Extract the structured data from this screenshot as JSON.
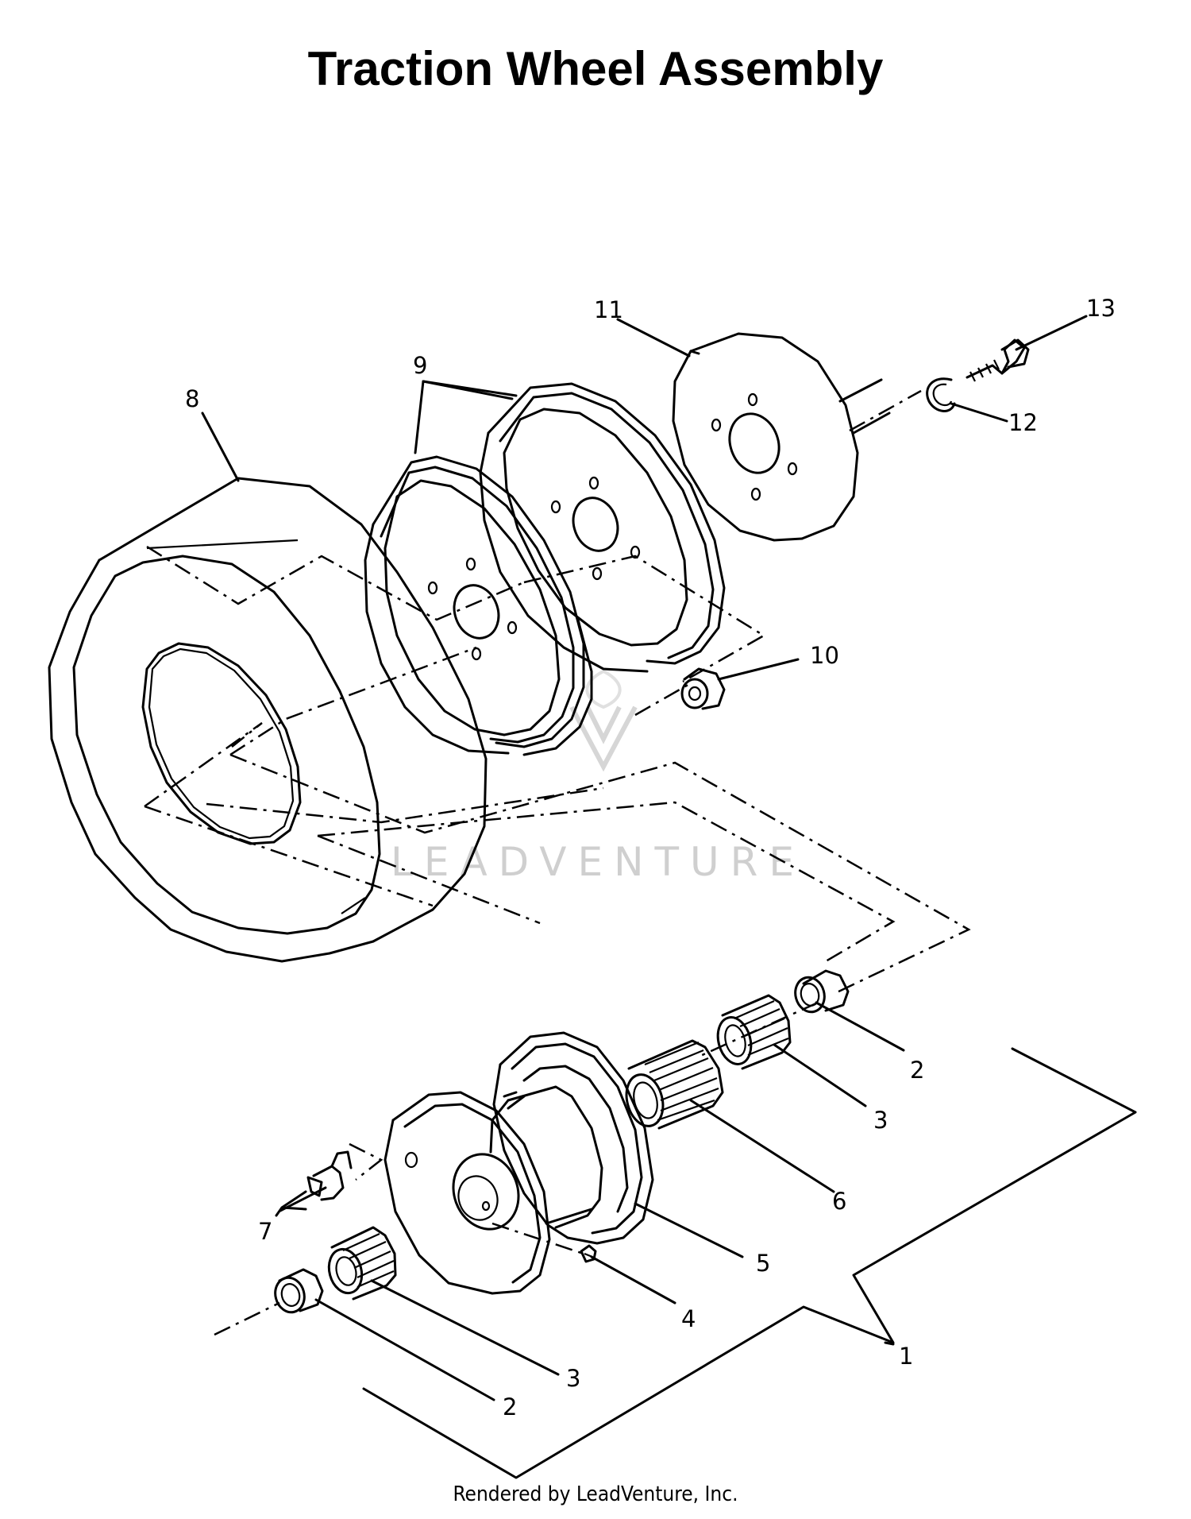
{
  "title": "Traction Wheel Assembly",
  "footer": "Rendered by LeadVenture, Inc.",
  "watermark": "LEADVENTURE",
  "callouts": [
    {
      "id": "c1",
      "label": "1"
    },
    {
      "id": "c2a",
      "label": "2"
    },
    {
      "id": "c2b",
      "label": "2"
    },
    {
      "id": "c3a",
      "label": "3"
    },
    {
      "id": "c3b",
      "label": "3"
    },
    {
      "id": "c4",
      "label": "4"
    },
    {
      "id": "c5",
      "label": "5"
    },
    {
      "id": "c6",
      "label": "6"
    },
    {
      "id": "c7",
      "label": "7"
    },
    {
      "id": "c8",
      "label": "8"
    },
    {
      "id": "c9",
      "label": "9"
    },
    {
      "id": "c10",
      "label": "10"
    },
    {
      "id": "c11",
      "label": "11"
    },
    {
      "id": "c12",
      "label": "12"
    },
    {
      "id": "c13",
      "label": "13"
    }
  ]
}
